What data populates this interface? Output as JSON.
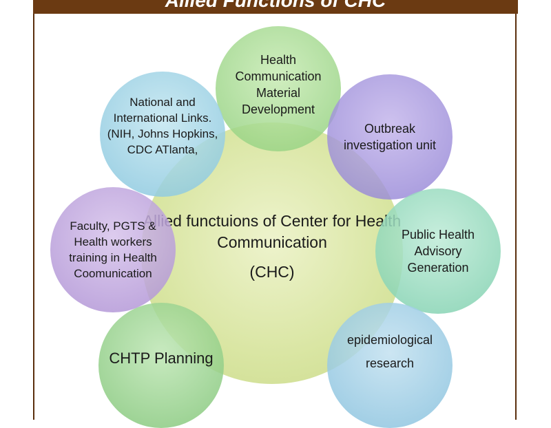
{
  "header": {
    "title": "Allied Functions of CHC"
  },
  "center": {
    "title": "Allied functuions of Center for Health Communication",
    "abbreviation": "(CHC)"
  },
  "functions": {
    "health_material": "Health Communication Material Development",
    "outbreak": "Outbreak investigation unit",
    "advisory": "Public Health Advisory Generation",
    "epidemiological": "epidemiological research",
    "chtp": "CHTP Planning",
    "training": "Faculty, PGTS & Health workers training in Health Coomunication",
    "links": "National and International Links. (NIH, Johns Hopkins, CDC ATlanta,"
  },
  "colors": {
    "header_bar": "#6b3a12",
    "frame": "#5a2e0c",
    "center_circle": "#d4e296",
    "health_circle": "#8ccd78",
    "outbreak_circle": "#8c7dd2",
    "advisory_circle": "#78cdaa",
    "epidemiological_circle": "#82bedc",
    "chtp_circle": "#7dc373",
    "training_circle": "#aa8cd2",
    "links_circle": "#82c3dc"
  }
}
